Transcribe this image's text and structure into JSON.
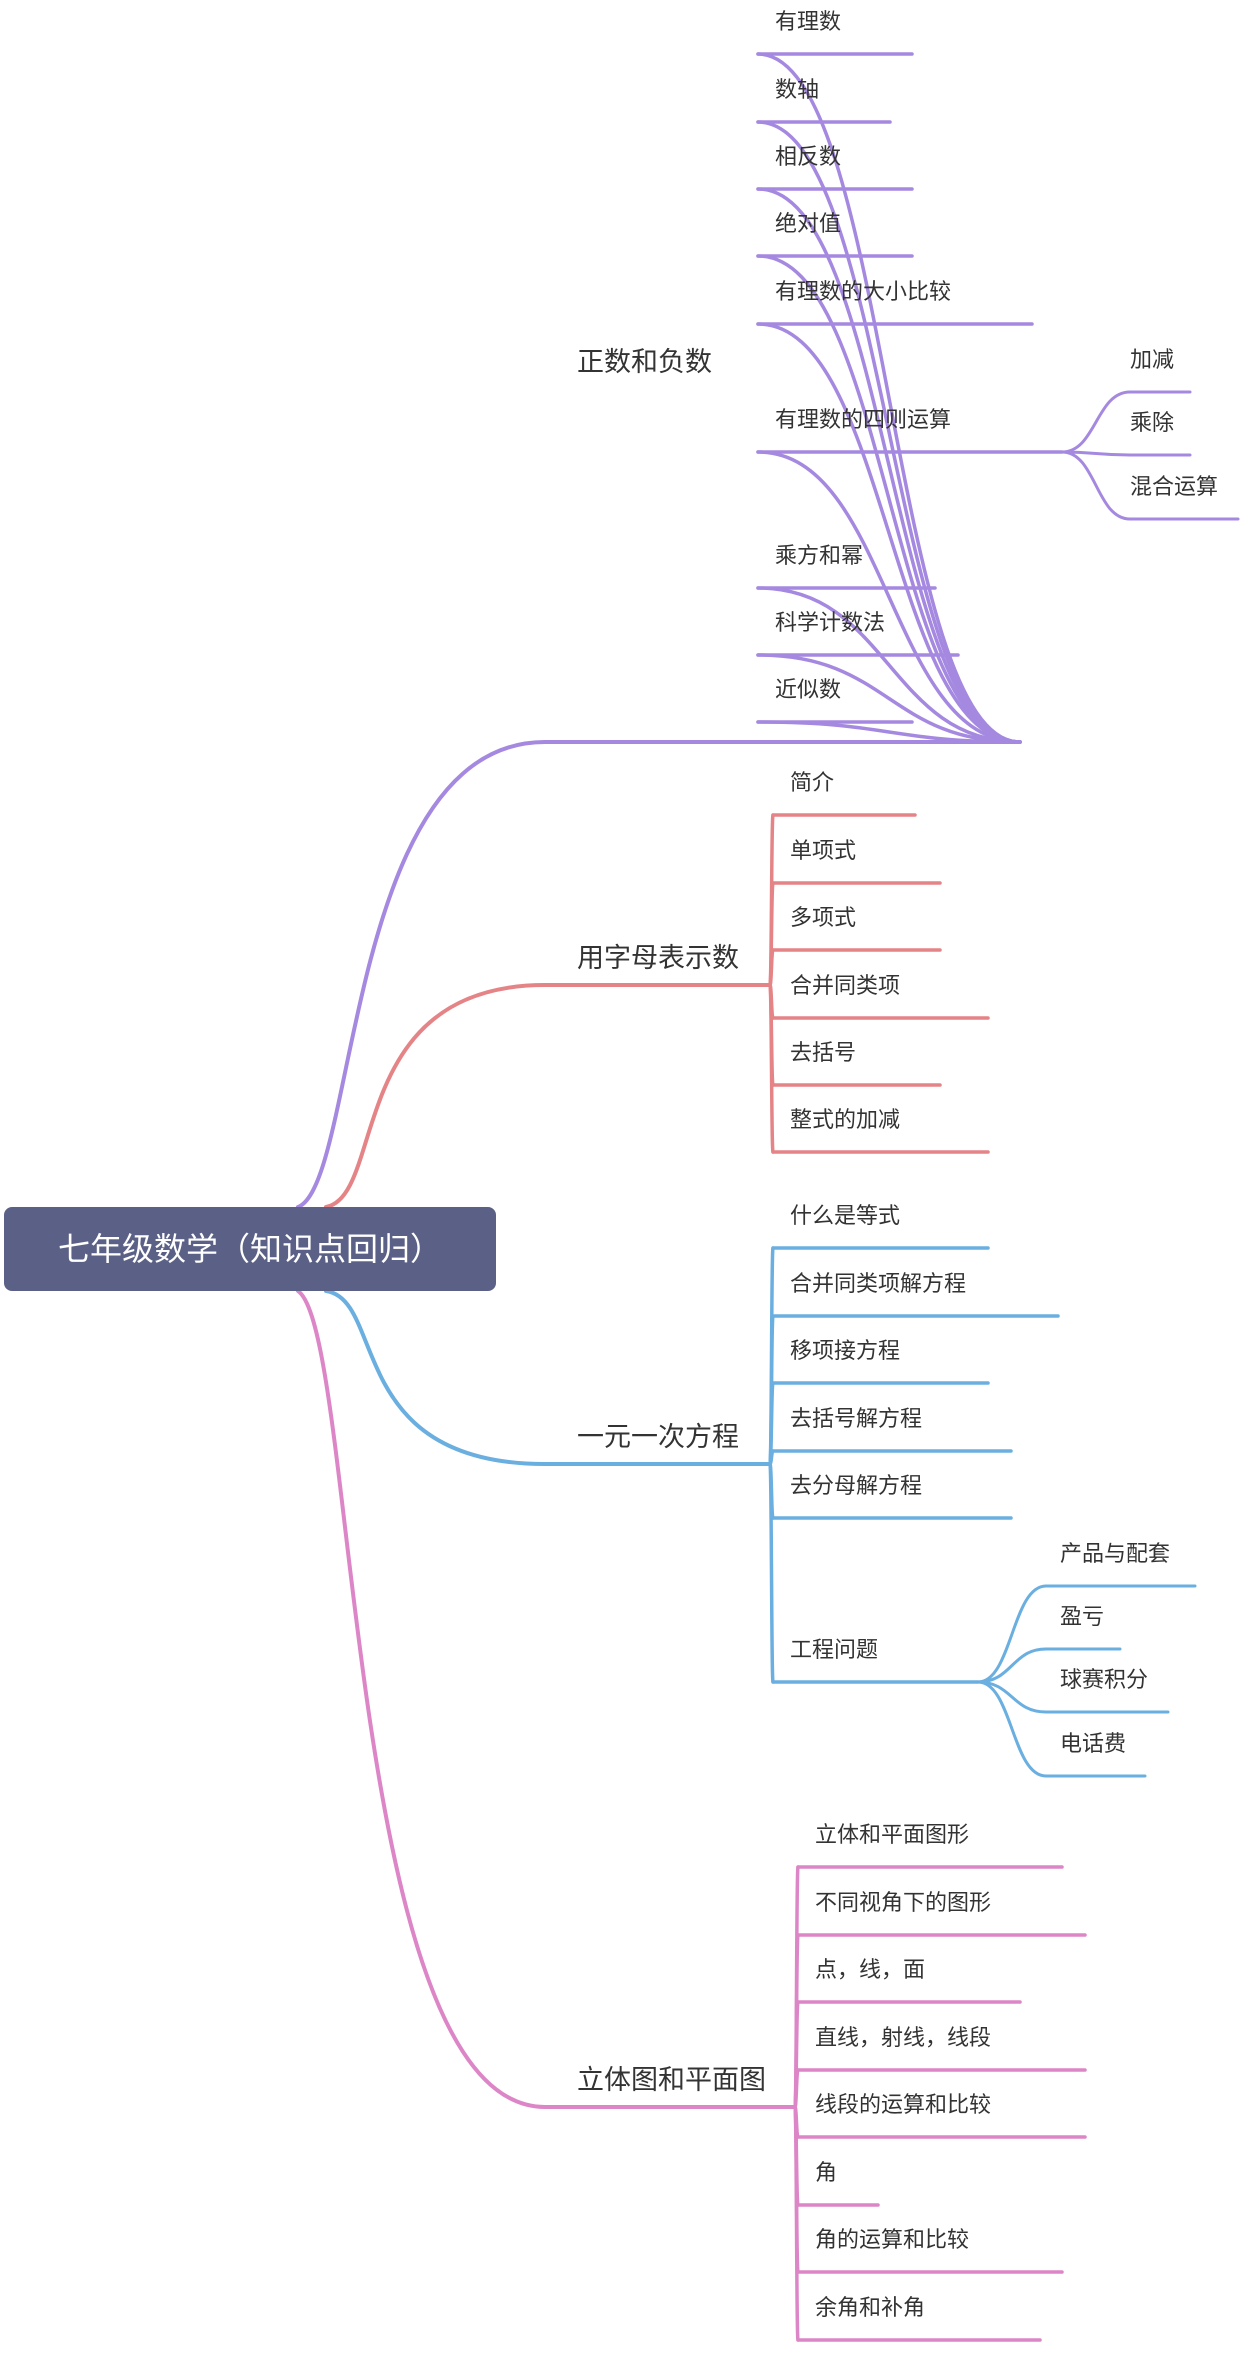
{
  "root": {
    "label": "七年级数学（知识点回归）"
  },
  "colors": {
    "root_fill": "#5b6186",
    "branch_1": "#a589e0",
    "branch_2": "#e58486",
    "branch_3": "#6aafe0",
    "branch_4": "#dd86c7",
    "text": "#333333"
  },
  "branches": [
    {
      "label": "正数和负数",
      "children": [
        {
          "label": "有理数"
        },
        {
          "label": "数轴"
        },
        {
          "label": "相反数"
        },
        {
          "label": "绝对值"
        },
        {
          "label": "有理数的大小比较"
        },
        {
          "label": "有理数的四则运算",
          "children": [
            {
              "label": "加减"
            },
            {
              "label": "乘除"
            },
            {
              "label": "混合运算"
            }
          ]
        },
        {
          "label": "乘方和幂"
        },
        {
          "label": "科学计数法"
        },
        {
          "label": "近似数"
        }
      ]
    },
    {
      "label": "用字母表示数",
      "children": [
        {
          "label": "简介"
        },
        {
          "label": "单项式"
        },
        {
          "label": "多项式"
        },
        {
          "label": "合并同类项"
        },
        {
          "label": "去括号"
        },
        {
          "label": "整式的加减"
        }
      ]
    },
    {
      "label": "一元一次方程",
      "children": [
        {
          "label": "什么是等式"
        },
        {
          "label": "合并同类项解方程"
        },
        {
          "label": "移项接方程"
        },
        {
          "label": "去括号解方程"
        },
        {
          "label": "去分母解方程"
        },
        {
          "label": "工程问题",
          "children": [
            {
              "label": "产品与配套"
            },
            {
              "label": "盈亏"
            },
            {
              "label": "球赛积分"
            },
            {
              "label": "电话费"
            }
          ]
        }
      ]
    },
    {
      "label": "立体图和平面图",
      "children": [
        {
          "label": "立体和平面图形"
        },
        {
          "label": "不同视角下的图形"
        },
        {
          "label": "点，线，面"
        },
        {
          "label": "直线，射线，线段"
        },
        {
          "label": "线段的运算和比较"
        },
        {
          "label": "角"
        },
        {
          "label": "角的运算和比较"
        },
        {
          "label": "余角和补角"
        }
      ]
    }
  ]
}
